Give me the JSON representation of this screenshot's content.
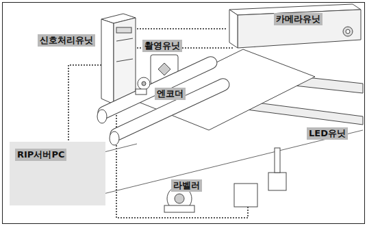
{
  "diagram": {
    "nodes": [
      {
        "text": [
          "RIP서버PC"
        ]
      }
    ],
    "labels": [
      "카메라유닛",
      "신호처리유닛",
      "촬영유닛",
      "엔코더",
      "LED유닛",
      "라벨러"
    ]
  }
}
